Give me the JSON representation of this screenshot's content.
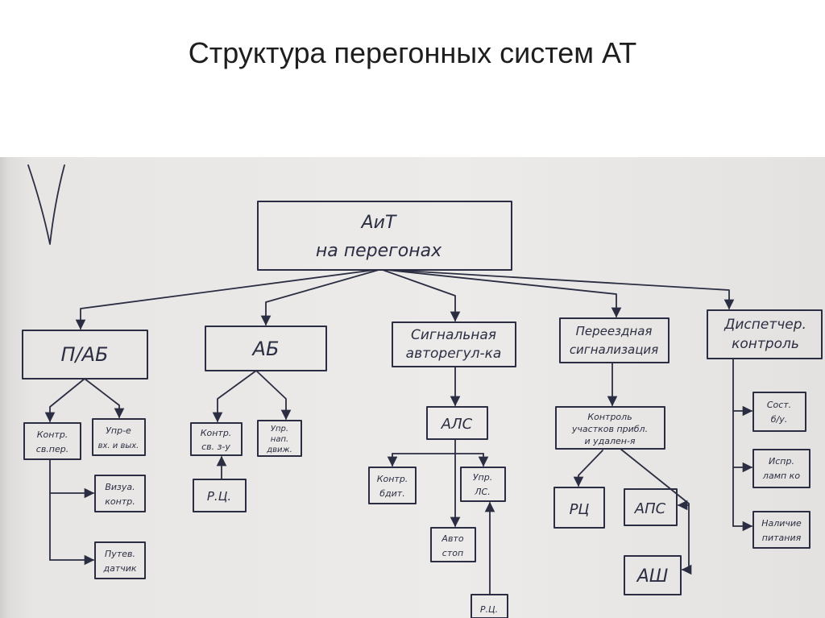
{
  "slide": {
    "title": "Структура перегонных систем АТ"
  },
  "colors": {
    "ink": "#2b2e42",
    "paper": "#e7e5e2",
    "title": "#1e1e1e"
  },
  "diagram": {
    "nodes": {
      "root": [
        "АиТ",
        "на перегонах"
      ],
      "pab": [
        "П/АБ"
      ],
      "ab": [
        "АБ"
      ],
      "signal": [
        "Сигнальная",
        "авторегул-ка"
      ],
      "crossing": [
        "Переездная",
        "сигнализация"
      ],
      "dispatch": [
        "Диспетчер.",
        "контроль"
      ],
      "pab_ctrl": [
        "Контр.",
        "св.пер."
      ],
      "pab_mgmt": [
        "Упр-е",
        "вх. и вых."
      ],
      "pab_visual": [
        "Визуа.",
        "контр."
      ],
      "pab_sensor": [
        "Путев.",
        "датчик"
      ],
      "ab_ctrl": [
        "Контр.",
        "св. з-у"
      ],
      "ab_dir": [
        "Упр.",
        "нап.",
        "движ."
      ],
      "ab_rc": [
        "Р.Ц."
      ],
      "sig_als": [
        "АЛС"
      ],
      "sig_vigil": [
        "Контр.",
        "бдит."
      ],
      "sig_ls": [
        "Упр.",
        "ЛС."
      ],
      "sig_autostop": [
        "Авто",
        "стоп"
      ],
      "sig_rc": [
        "Р.Ц."
      ],
      "cross_ctrl": [
        "Контроль",
        "участков прибл.",
        "и удален-я"
      ],
      "cross_rc": [
        "РЦ"
      ],
      "cross_aps": [
        "АПС"
      ],
      "cross_ash": [
        "АШ"
      ],
      "disp_state": [
        "Сост.",
        "б/у."
      ],
      "disp_lamps": [
        "Испр.",
        "ламп ко"
      ],
      "disp_power": [
        "Наличие",
        "питания"
      ]
    }
  }
}
